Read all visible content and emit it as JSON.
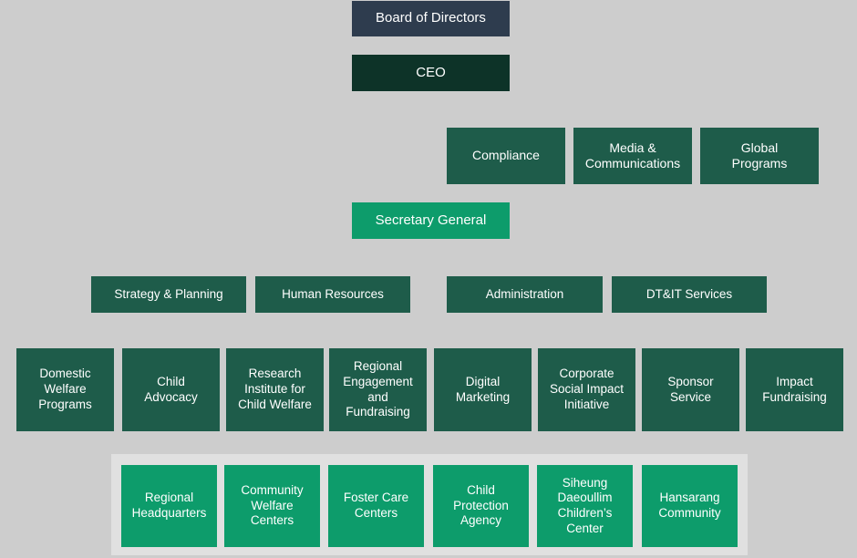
{
  "colors": {
    "background": "#cdcdcd",
    "board_box": "#2e3c4e",
    "ceo_box": "#0d3328",
    "dark_green_box": "#1e5c4a",
    "bright_green_box": "#0d9c6b",
    "affiliates_container": "#e0e0e0",
    "box_text": "#ffffff"
  },
  "chart": {
    "type": "org-chart",
    "board": {
      "label": "Board of Directors"
    },
    "ceo": {
      "label": "CEO"
    },
    "staff_offices": [
      {
        "label": "Compliance"
      },
      {
        "label": "Media &\nCommunications"
      },
      {
        "label": "Global\nPrograms"
      }
    ],
    "secretary_general": {
      "label": "Secretary General"
    },
    "support_divisions": [
      {
        "label": "Strategy & Planning"
      },
      {
        "label": "Human Resources"
      },
      {
        "label": "Administration"
      },
      {
        "label": "DT&IT Services"
      }
    ],
    "program_departments": [
      {
        "label": "Domestic\nWelfare\nPrograms"
      },
      {
        "label": "Child\nAdvocacy"
      },
      {
        "label": "Research\nInstitute for\nChild Welfare"
      },
      {
        "label": "Regional\nEngagement\nand\nFundraising"
      },
      {
        "label": "Digital\nMarketing"
      },
      {
        "label": "Corporate\nSocial Impact\nInitiative"
      },
      {
        "label": "Sponsor\nService"
      },
      {
        "label": "Impact\nFundraising"
      }
    ],
    "affiliated_organizations": [
      {
        "label": "Regional\nHeadquarters"
      },
      {
        "label": "Community\nWelfare\nCenters"
      },
      {
        "label": "Foster Care\nCenters"
      },
      {
        "label": "Child\nProtection\nAgency"
      },
      {
        "label": "Siheung\nDaeoullim\nChildren’s\nCenter"
      },
      {
        "label": "Hansarang\nCommunity"
      }
    ]
  }
}
